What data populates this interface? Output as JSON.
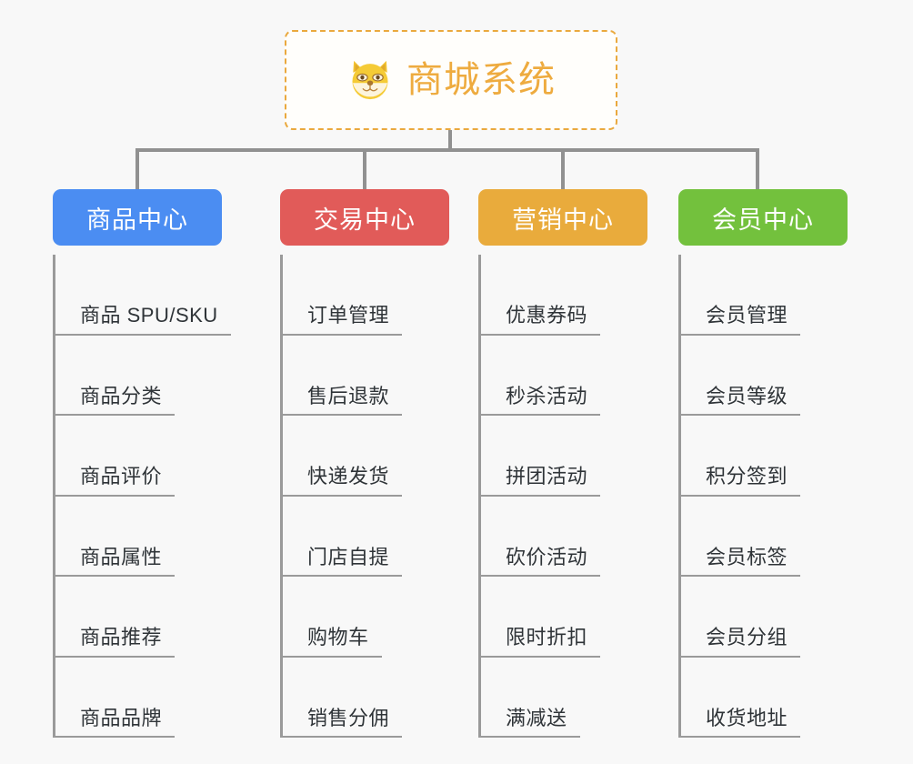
{
  "page": {
    "background_color": "#f8f8f8",
    "connector_color": "#919191"
  },
  "root": {
    "label": "商城系统",
    "icon": "shiba-dog-face-icon",
    "text_color": "#eeab3f",
    "border_color": "#eaa93e",
    "background_color": "#fffefb"
  },
  "columns": [
    {
      "header": {
        "label": "商品中心",
        "color": "#4b8df2",
        "text_color": "#ffffff"
      },
      "items": [
        {
          "label": "商品 SPU/SKU"
        },
        {
          "label": "商品分类"
        },
        {
          "label": "商品评价"
        },
        {
          "label": "商品属性"
        },
        {
          "label": "商品推荐"
        },
        {
          "label": "商品品牌"
        }
      ]
    },
    {
      "header": {
        "label": "交易中心",
        "color": "#e15b59",
        "text_color": "#ffffff"
      },
      "items": [
        {
          "label": "订单管理"
        },
        {
          "label": "售后退款"
        },
        {
          "label": "快递发货"
        },
        {
          "label": "门店自提"
        },
        {
          "label": "购物车"
        },
        {
          "label": "销售分佣"
        }
      ]
    },
    {
      "header": {
        "label": "营销中心",
        "color": "#e9ab3c",
        "text_color": "#ffffff"
      },
      "items": [
        {
          "label": "优惠券码"
        },
        {
          "label": "秒杀活动"
        },
        {
          "label": "拼团活动"
        },
        {
          "label": "砍价活动"
        },
        {
          "label": "限时折扣"
        },
        {
          "label": "满减送"
        }
      ]
    },
    {
      "header": {
        "label": "会员中心",
        "color": "#73c13d",
        "text_color": "#ffffff"
      },
      "items": [
        {
          "label": "会员管理"
        },
        {
          "label": "会员等级"
        },
        {
          "label": "积分签到"
        },
        {
          "label": "会员标签"
        },
        {
          "label": "会员分组"
        },
        {
          "label": "收货地址"
        }
      ]
    }
  ]
}
